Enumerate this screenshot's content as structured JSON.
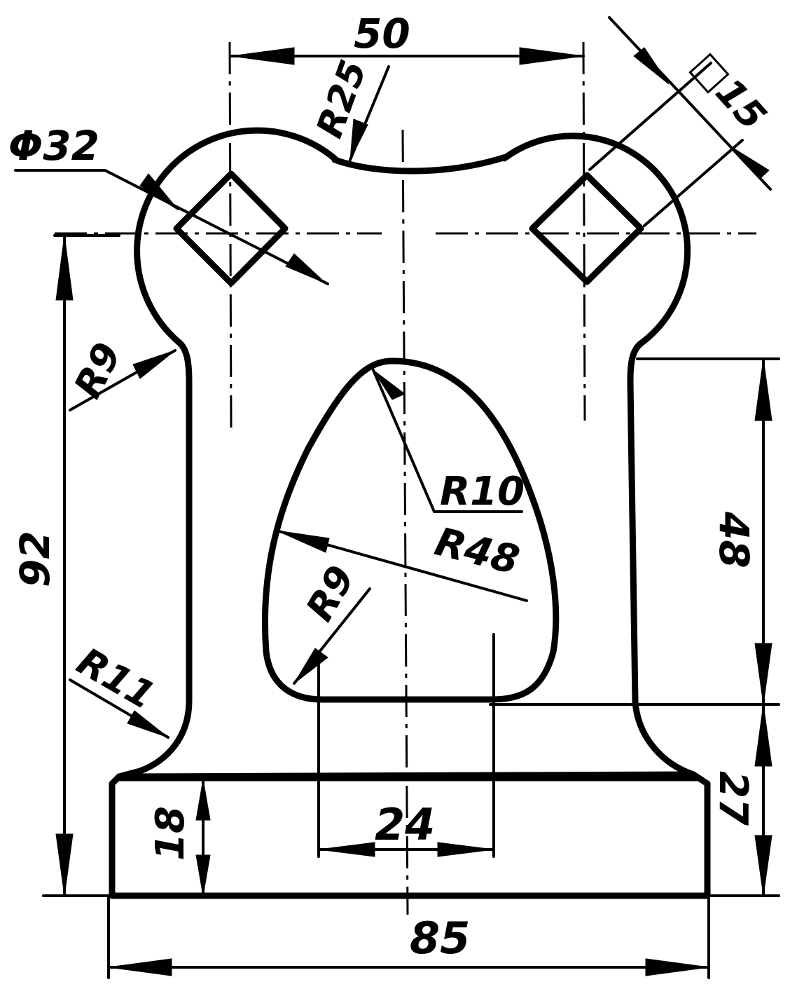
{
  "drawing": {
    "dimensions": {
      "top_center_distance": "50",
      "left_circle_diameter": "Φ32",
      "neck_radius": "R25",
      "square_size": "□15",
      "left_fillet_upper": "R9",
      "inner_small_radius": "R10",
      "inner_large_radius": "R48",
      "inner_fillet": "R9",
      "left_fillet_lower": "R11",
      "overall_height": "92",
      "cutout_height": "48",
      "base_offset_height": "27",
      "base_thickness": "18",
      "cutout_width": "24",
      "overall_width": "85"
    }
  }
}
